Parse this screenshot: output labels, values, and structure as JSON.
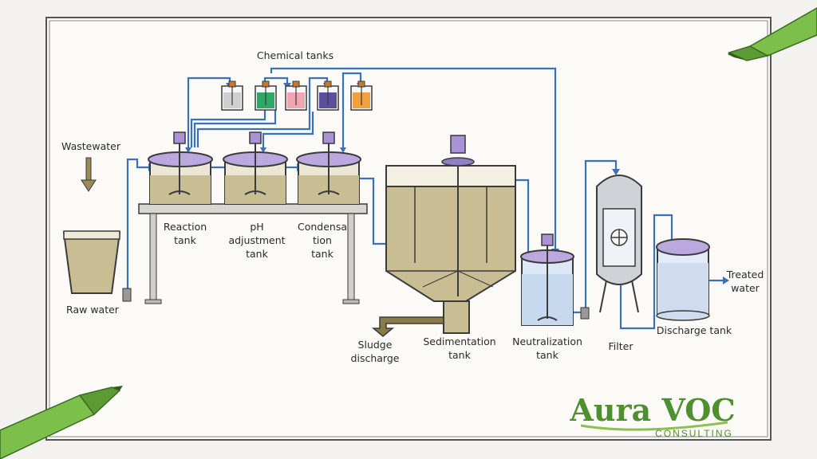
{
  "labels": {
    "chemical_tanks": "Chemical tanks",
    "wastewater": "Wastewater",
    "raw_water": "Raw water",
    "reaction_tank": [
      "Reaction",
      "tank"
    ],
    "ph_tank": [
      "pH",
      "adjustment",
      "tank"
    ],
    "condensation_tank": [
      "Condensa",
      "tion",
      "tank"
    ],
    "sedimentation_tank": [
      "Sedimentation",
      "tank"
    ],
    "sludge_discharge": [
      "Sludge",
      "discharge"
    ],
    "neutralization_tank": [
      "Neutralization",
      "tank"
    ],
    "filter": "Filter",
    "discharge_tank": "Discharge tank",
    "treated_water": [
      "Treated",
      "water"
    ]
  },
  "logo": {
    "name": "Aura VOC",
    "tagline": "CONSULTING"
  },
  "colors": {
    "pipe": "#3a72b8",
    "liquid": "#c9bd93",
    "lid": "#bba8de",
    "outline": "#3b3b3b",
    "logo_green": "#4e8f2f",
    "marker_green": "#7cbf4a"
  },
  "chemical_tank_colors": [
    "#cfcfcf",
    "#2fa765",
    "#f0a6b2",
    "#5b4f9e",
    "#f0a040"
  ]
}
